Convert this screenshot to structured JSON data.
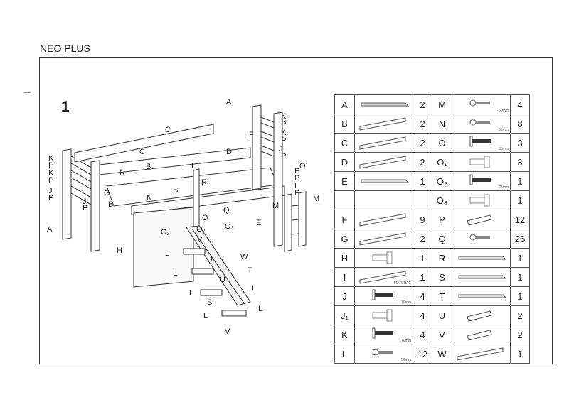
{
  "title": "NEO PLUS",
  "step": "1",
  "diagram": {
    "labels": [
      "A",
      "K",
      "P",
      "K",
      "P",
      "J",
      "P",
      "C",
      "F",
      "C",
      "D",
      "K",
      "P",
      "B",
      "N",
      "K",
      "P",
      "L",
      "O",
      "P",
      "P",
      "L",
      "P",
      "G",
      "J",
      "P",
      "R",
      "P",
      "N",
      "B",
      "J",
      "P",
      "Q",
      "M",
      "M",
      "E",
      "A",
      "O",
      "O₃",
      "O₂",
      "O₃",
      "V",
      "H",
      "L",
      "U",
      "W",
      "L",
      "T",
      "L",
      "U",
      "L",
      "L",
      "S",
      "L",
      "L",
      "V"
    ]
  },
  "parts": [
    {
      "left": {
        "letter": "A",
        "icon": "side-frame-icon",
        "qty": "2"
      },
      "right": {
        "letter": "M",
        "icon": "screw-icon",
        "size": "50mm",
        "qty": "4"
      }
    },
    {
      "left": {
        "letter": "B",
        "icon": "board-icon",
        "qty": "2"
      },
      "right": {
        "letter": "N",
        "icon": "screw-icon",
        "size": "35mm",
        "qty": "8"
      }
    },
    {
      "left": {
        "letter": "C",
        "icon": "board-icon",
        "qty": "2"
      },
      "right": {
        "letter": "O",
        "icon": "bolt-icon",
        "size": "35mm",
        "qty": "3"
      }
    },
    {
      "left": {
        "letter": "D",
        "icon": "short-board-icon",
        "qty": "2"
      },
      "right": {
        "letter": "O₁",
        "icon": "connector-icon",
        "qty": "3"
      }
    },
    {
      "left": {
        "letter": "E",
        "icon": "ladder-icon",
        "qty": "1"
      },
      "right": {
        "letter": "O₂",
        "icon": "bolt-icon",
        "size": "25mm",
        "qty": "1"
      }
    },
    {
      "left": {
        "letter": "",
        "icon": "",
        "qty": ""
      },
      "right": {
        "letter": "O₃",
        "icon": "connector-icon",
        "qty": "1"
      }
    },
    {
      "left": {
        "letter": "F",
        "icon": "slat-icon",
        "qty": "9"
      },
      "right": {
        "letter": "P",
        "icon": "dowel-icon",
        "qty": "12"
      }
    },
    {
      "left": {
        "letter": "G",
        "icon": "board-icon",
        "qty": "2"
      },
      "right": {
        "letter": "Q",
        "icon": "screw-icon",
        "qty": "26"
      }
    },
    {
      "left": {
        "letter": "H",
        "icon": "curtain-icon",
        "qty": "1"
      },
      "right": {
        "letter": "R",
        "icon": "rail-icon",
        "qty": "1"
      }
    },
    {
      "left": {
        "letter": "I",
        "icon": "mattress-icon",
        "label": "MATERAC",
        "qty": "1"
      },
      "right": {
        "letter": "S",
        "icon": "slide-rail-icon",
        "qty": "1"
      }
    },
    {
      "left": {
        "letter": "J",
        "icon": "bolt-icon",
        "size": "70mm",
        "qty": "4"
      },
      "right": {
        "letter": "T",
        "icon": "slide-rail-icon",
        "qty": "1"
      }
    },
    {
      "left": {
        "letter": "J₁",
        "icon": "nut-icon",
        "qty": "4"
      },
      "right": {
        "letter": "U",
        "icon": "rung-icon",
        "qty": "2"
      }
    },
    {
      "left": {
        "letter": "K",
        "icon": "bolt-icon",
        "size": "70mm",
        "qty": "4"
      },
      "right": {
        "letter": "V",
        "icon": "rung-icon",
        "qty": "2"
      }
    },
    {
      "left": {
        "letter": "L",
        "icon": "screw-icon",
        "size": "50mm",
        "qty": "12"
      },
      "right": {
        "letter": "W",
        "icon": "slide-board-icon",
        "qty": "1"
      }
    }
  ]
}
